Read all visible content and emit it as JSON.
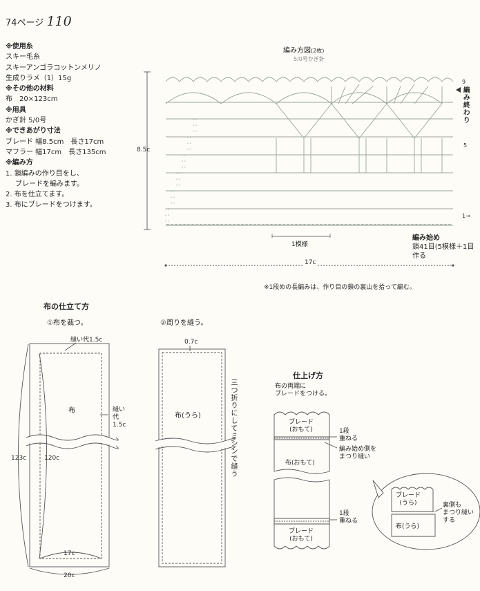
{
  "page": {
    "prefix": "74ページ",
    "number": "110"
  },
  "materials": [
    {
      "text": "※使用糸",
      "kind": "head"
    },
    {
      "text": "スキー毛糸",
      "kind": "body"
    },
    {
      "text": "スキーアンゴラコットンメリノ",
      "kind": "body"
    },
    {
      "text": "生成りラメ（1）15g",
      "kind": "body"
    },
    {
      "text": "※その他の材料",
      "kind": "head"
    },
    {
      "text": "布　20×123cm",
      "kind": "body"
    },
    {
      "text": "※用具",
      "kind": "head"
    },
    {
      "text": "かぎ針 5/0号",
      "kind": "body"
    },
    {
      "text": "※できあがり寸法",
      "kind": "head"
    },
    {
      "text": "ブレード 幅8.5cm　長さ17cm",
      "kind": "body"
    },
    {
      "text": "マフラー 幅17cm　長さ135cm",
      "kind": "body"
    },
    {
      "text": "※編み方",
      "kind": "head"
    },
    {
      "text": "1. 鎖編みの作り目をし、",
      "kind": "body"
    },
    {
      "text": "ブレードを編みます。",
      "kind": "ind"
    },
    {
      "text": "2. 布を仕立てます。",
      "kind": "body"
    },
    {
      "text": "3. 布にブレードをつけます。",
      "kind": "body"
    }
  ],
  "chart": {
    "title": "編み方図",
    "count": "(2枚)",
    "hook": "5/0号かぎ針",
    "height": "8.5c",
    "row9": "9",
    "row5": "5",
    "row1": "1→",
    "end_label": "編み終わり",
    "repeat": "1模様",
    "start_title": "編み始め",
    "start_line1": "鎖41目(5模様＋1目",
    "start_line2": "作る",
    "width": "17c",
    "note": "※1段めの長編みは、作り目の鎖の裏山を拾って編む。"
  },
  "cloth": {
    "title": "布の仕立て方",
    "step1": "①布を裁つ。",
    "seam": "縫い代1.5c",
    "fabric": "布",
    "seam_side": "縫い代1.5c",
    "len_total": "123c",
    "len_inner": "120c",
    "w_inner": "17c",
    "w_outer": "20c",
    "step2": "②周りを縫う。",
    "w_hem": "0.7c",
    "fabric_back": "布(うら)",
    "vertical_note": "三つ折りにしてミシンで縫う"
  },
  "finish": {
    "title": "仕上げ方",
    "desc1": "布の両端に",
    "desc2": "ブレードをつける。",
    "braid_front": "ブレード",
    "braid_front2": "(おもて)",
    "overlap1": "1段",
    "overlap2": "重ねる",
    "stitch1": "編み始め側を",
    "stitch2": "まつり縫い",
    "fabric_front": "布(おもて)",
    "detail_braid": "ブレード",
    "detail_braid2": "(うら)",
    "detail_fabric": "布(うら)",
    "back1": "裏側も",
    "back2": "まつり縫い",
    "back3": "する"
  }
}
